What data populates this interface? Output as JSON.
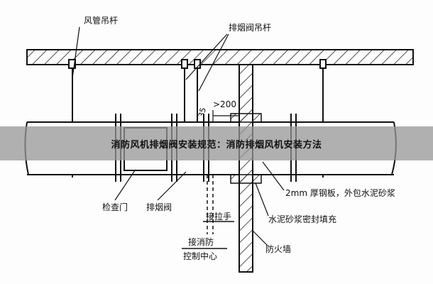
{
  "title": "消防风机排烟阀安装规范：消防排烟风机安装方法",
  "diagram": {
    "labels": {
      "duct_hanger": "风管吊杆",
      "damper_hanger": "排烟阀吊杆",
      "dim_200": ">200",
      "dim_35": "35",
      "inspection_door": "检查门",
      "smoke_damper": "排烟阀",
      "pull_handle": "接拉手",
      "control_center_1": "接消防",
      "control_center_2": "控制中心",
      "steel_plate": "2mm 厚钢板，外包水泥砂浆",
      "mortar_seal": "水泥砂浆密封填充",
      "fire_wall": "防火墙"
    }
  }
}
